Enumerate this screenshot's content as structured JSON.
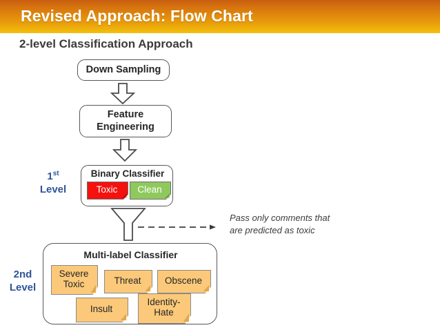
{
  "header": {
    "title": "Revised Approach: Flow Chart",
    "bar_color_top": "#c85d10",
    "bar_color_bottom": "#f3c20a"
  },
  "subtitle": "2-level Classification Approach",
  "flow": {
    "down_sampling": "Down Sampling",
    "feature_engineering": "Feature Engineering",
    "binary_classifier": {
      "title": "Binary Classifier",
      "tags": [
        {
          "label": "Toxic",
          "color": "#f5110e",
          "text_color": "#ffffff"
        },
        {
          "label": "Clean",
          "color": "#8fc95e",
          "text_color": "#ffffff"
        }
      ]
    },
    "multilabel_classifier": {
      "title": "Multi-label Classifier",
      "tag_color": "#fbc979",
      "tags": [
        {
          "label": "Severe Toxic"
        },
        {
          "label": "Threat"
        },
        {
          "label": "Obscene"
        },
        {
          "label": "Insult"
        },
        {
          "label": "Identity-Hate"
        }
      ]
    }
  },
  "levels": {
    "first_number": "1",
    "first_suffix": "st",
    "first_word": "Level",
    "second": "2nd",
    "second_word": "Level",
    "color": "#2e5496"
  },
  "note": {
    "line1": "Pass only comments that",
    "line2": "are predicted as toxic"
  },
  "icons": {
    "down_arrow": "block-down-arrow-icon",
    "dashed_arrow": "dashed-right-arrow-icon"
  }
}
